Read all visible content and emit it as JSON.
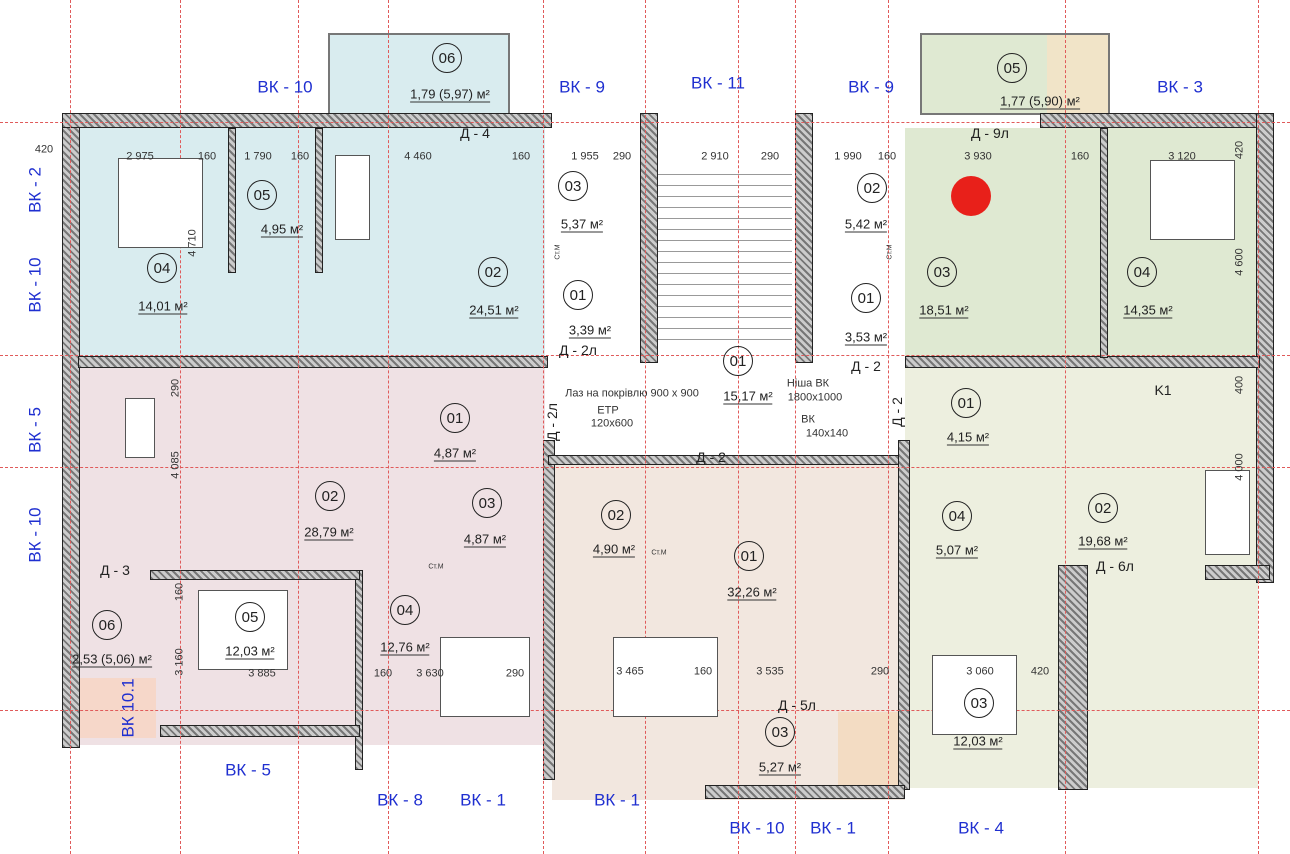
{
  "colors": {
    "apartment_a": "#d9ecef",
    "apartment_b": "#dfe9d2",
    "apartment_c": "#efe1e4",
    "apartment_d": "#f2e7df",
    "apartment_e": "#edefdf",
    "axis_label": "#1f2fd0",
    "grid_line": "#e05a5a",
    "marker": "#e8201a"
  },
  "axis_labels": {
    "top": [
      "ВК - 10",
      "ВК - 9",
      "ВК - 11",
      "ВК - 9",
      "ВК - 3"
    ],
    "left": [
      "ВК - 2",
      "ВК - 10",
      "ВК - 5",
      "ВК - 10",
      "ВК 10.1"
    ],
    "bottom": [
      "ВК - 5",
      "ВК - 8",
      "ВК - 1",
      "ВК - 1",
      "ВК - 10",
      "ВК - 1",
      "ВК - 4"
    ]
  },
  "apartment_a": {
    "rooms": [
      {
        "number": "06",
        "area": "1,79 (5,97) м²"
      },
      {
        "number": "05",
        "area": "4,95 м²"
      },
      {
        "number": "04",
        "area": "14,01 м²"
      },
      {
        "number": "02",
        "area": "24,51 м²"
      },
      {
        "number": "03",
        "area": "5,37 м²"
      },
      {
        "number": "01",
        "area": "3,39 м²"
      }
    ]
  },
  "apartment_b": {
    "rooms": [
      {
        "number": "05",
        "area": "1,77 (5,90) м²"
      },
      {
        "number": "02",
        "area": "5,42 м²"
      },
      {
        "number": "01",
        "area": "3,53 м²"
      },
      {
        "number": "03",
        "area": "18,51 м²"
      },
      {
        "number": "04",
        "area": "14,35 м²"
      }
    ]
  },
  "common": {
    "number": "01",
    "area": "15,17 м²"
  },
  "apartment_c": {
    "rooms": [
      {
        "number": "01",
        "area": "4,87 м²"
      },
      {
        "number": "02",
        "area": "28,79 м²"
      },
      {
        "number": "03",
        "area": "4,87 м²"
      },
      {
        "number": "05",
        "area": "12,03 м²"
      },
      {
        "number": "04",
        "area": "12,76 м²"
      },
      {
        "number": "06",
        "area": "2,53 (5,06) м²"
      }
    ]
  },
  "apartment_d": {
    "rooms": [
      {
        "number": "02",
        "area": "4,90 м²"
      },
      {
        "number": "01",
        "area": "32,26 м²"
      },
      {
        "number": "03",
        "area": "5,27 м²"
      }
    ]
  },
  "apartment_e": {
    "rooms": [
      {
        "number": "01",
        "area": "4,15 м²"
      },
      {
        "number": "04",
        "area": "5,07 м²"
      },
      {
        "number": "02",
        "area": "19,68 м²"
      },
      {
        "number": "03",
        "area": "12,03 м²"
      }
    ],
    "kitchen_tag": "K1"
  },
  "dimensions": [
    "420",
    "2 975",
    "160",
    "1 790",
    "160",
    "4 460",
    "160",
    "1 955",
    "290",
    "2 910",
    "290",
    "1 990",
    "160",
    "3 930",
    "160",
    "3 120",
    "420",
    "4 710",
    "4 600",
    "290",
    "4 085",
    "400",
    "4 000",
    "160",
    "3 160",
    "3 885",
    "160",
    "3 630",
    "290",
    "3 465",
    "160",
    "3 535",
    "290",
    "3 060",
    "420"
  ],
  "doors": [
    "Д - 4",
    "Д - 9л",
    "Д - 2л",
    "Д - 2",
    "Д - 2л",
    "Д - 2",
    "Д - 2",
    "Д - 3",
    "Д - 6л",
    "Д - 5л"
  ],
  "notes": {
    "roof_hatch": "Лаз на покрівлю 900 x 900",
    "etr": "ЕТР",
    "etr_size": "120x600",
    "niche": "Ніша ВК",
    "niche_size": "1800x1000",
    "vk": "ВК",
    "vk_size": "140x140",
    "meter": "Ст.М"
  }
}
